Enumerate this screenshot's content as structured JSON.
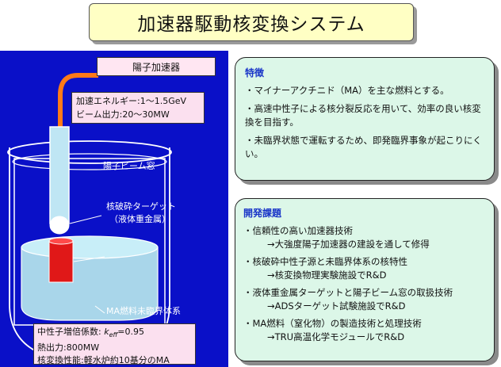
{
  "title": "加速器駆動核変換システム",
  "accelerator": {
    "label": "陽子加速器",
    "specs": [
      "加速エネルギー:1～1.5GeV",
      "ビーム出力:20～30MW"
    ]
  },
  "labels": {
    "window": "陽子ビーム窓",
    "target_line1": "核破砕ターゲット",
    "target_line2": "（液体重金属）",
    "blanket": "MA燃料未臨界体系"
  },
  "bottom": {
    "neutron_prefix": "中性子増倍係数: ",
    "k_symbol": "k",
    "k_sub": "eff",
    "k_value": "=0.95",
    "thermal": "熱出力:800MW",
    "transmute": "核変換性能:軽水炉約10基分のMA"
  },
  "features": {
    "heading": "特徴",
    "items": [
      "・マイナーアクチニド（MA）を主な燃料とする。",
      "・高速中性子による核分裂反応を用いて、効率の良い核変換を目指す。",
      "・未臨界状態で運転するため、即発臨界事象が起こりにくい。"
    ]
  },
  "issues": {
    "heading": "開発課題",
    "items": [
      {
        "main": "・信頼性の高い加速器技術",
        "sub": "→大強度陽子加速器の建設を通して修得"
      },
      {
        "main": "・核破砕中性子源と未臨界体系の核特性",
        "sub": "→核変換物理実験施設でR&D"
      },
      {
        "main": "・液体重金属ターゲットと陽子ビーム窓の取扱技術",
        "sub": "→ADSターゲット試験施設でR&D"
      },
      {
        "main": "・MA燃料（窒化物）の製造技術と処理技術",
        "sub": "→TRU高温化学モジュールでR&D"
      }
    ]
  },
  "colors": {
    "title_bg": "#ffffc4",
    "panel_bg": "#dcf7e8",
    "blue_bg": "#0a10c8",
    "beam": "#ff7a18",
    "target": "#e01818",
    "heading": "#1a36c8"
  }
}
